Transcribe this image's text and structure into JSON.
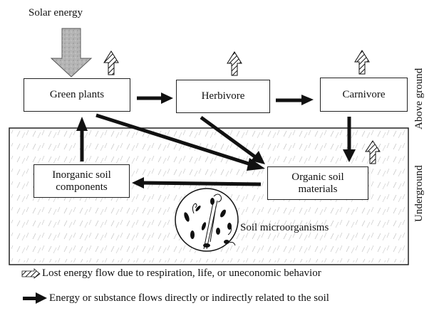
{
  "title": "Solar energy",
  "regions": {
    "above": "Above ground",
    "below": "Underground"
  },
  "nodes": {
    "green_plants": "Green plants",
    "herbivore": "Herbivore",
    "carnivore": "Carnivore",
    "inorganic_line1": "Inorganic soil",
    "inorganic_line2": "components",
    "organic_line1": "Organic soil",
    "organic_line2": "materials",
    "microorganisms": "Soil microorganisms"
  },
  "flows": [
    {
      "from": "Solar energy",
      "to": "Green plants",
      "type": "solar"
    },
    {
      "from": "Green plants",
      "to": "Herbivore",
      "type": "soil-related"
    },
    {
      "from": "Herbivore",
      "to": "Carnivore",
      "type": "soil-related"
    },
    {
      "from": "Green plants",
      "to": "Organic soil materials",
      "type": "soil-related"
    },
    {
      "from": "Herbivore",
      "to": "Organic soil materials",
      "type": "soil-related"
    },
    {
      "from": "Carnivore",
      "to": "Organic soil materials",
      "type": "soil-related"
    },
    {
      "from": "Organic soil materials",
      "to": "Inorganic soil components",
      "type": "soil-related"
    },
    {
      "from": "Inorganic soil components",
      "to": "Green plants",
      "type": "soil-related"
    },
    {
      "from": "Green plants",
      "to": "lost",
      "type": "lost"
    },
    {
      "from": "Herbivore",
      "to": "lost",
      "type": "lost"
    },
    {
      "from": "Carnivore",
      "to": "lost",
      "type": "lost"
    },
    {
      "from": "Organic soil materials",
      "to": "lost",
      "type": "lost"
    }
  ],
  "legend": {
    "lost": "Lost energy flow due to respiration, life, or uneconomic behavior",
    "direct": "Energy or substance flows directly or indirectly related to the soil"
  },
  "colors": {
    "line": "#111111",
    "solar_fill": "#a8a8a8",
    "soil_hatch": "#b0b0b0"
  }
}
